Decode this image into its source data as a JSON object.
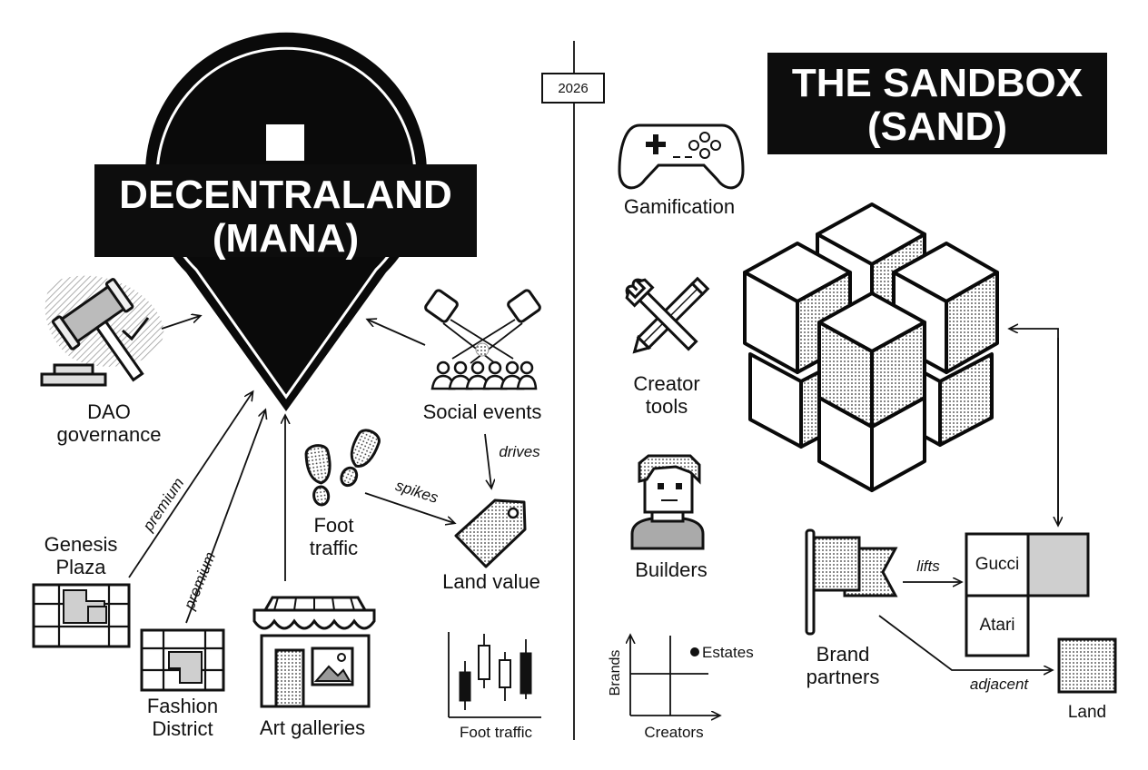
{
  "year": "2026",
  "left": {
    "title_line1": "DECENTRALAND",
    "title_line2": "(MANA)",
    "nodes": {
      "dao": "DAO governance",
      "social": "Social events",
      "genesis": "Genesis Plaza",
      "fashion": "Fashion District",
      "art": "Art galleries",
      "foot": "Foot traffic",
      "land_value": "Land value"
    },
    "edge_labels": {
      "premium_1": "premium",
      "premium_2": "premium",
      "spikes": "spikes",
      "drives": "drives"
    },
    "mini_chart_label": "Foot traffic"
  },
  "right": {
    "title_line1": "THE SANDBOX",
    "title_line2": "(SAND)",
    "nodes": {
      "gamification": "Gamification",
      "creator_tools": "Creator tools",
      "builders": "Builders",
      "brand_partners": "Brand partners",
      "land": "Land"
    },
    "grid_cells": [
      "Gucci",
      "Atari"
    ],
    "edge_labels": {
      "lifts": "lifts",
      "adjacent": "adjacent"
    },
    "quadrant": {
      "x_label": "Creators",
      "y_label": "Brands",
      "legend": "Estates"
    }
  },
  "colors": {
    "ink": "#111111",
    "fill_gray": "#cfcfcf",
    "background": "#ffffff"
  }
}
